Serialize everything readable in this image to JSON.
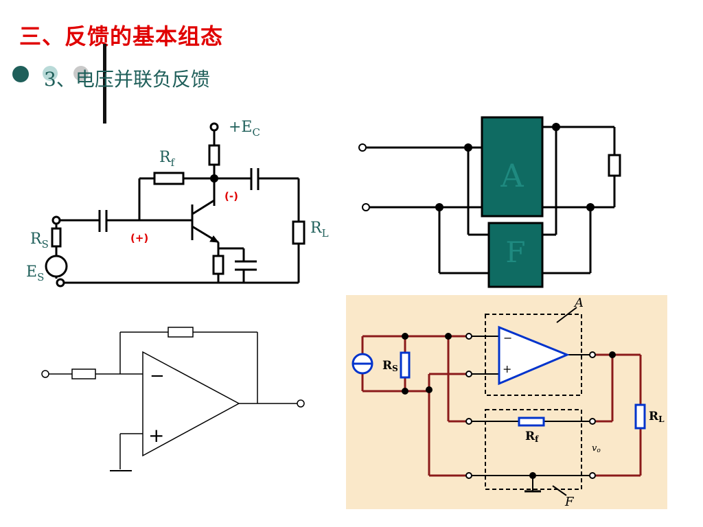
{
  "slide": {
    "title": "三、反馈的基本组态",
    "subtitle": "3、电压并联负反馈"
  },
  "circuit1": {
    "supply": "+E",
    "supply_sub": "C",
    "rf": "R",
    "rf_sub": "f",
    "rl": "R",
    "rl_sub": "L",
    "rs": "R",
    "rs_sub": "S",
    "es": "E",
    "es_sub": "S",
    "minus_mark": "(-)",
    "plus_mark": "(+)"
  },
  "block": {
    "a_label": "A",
    "f_label": "F",
    "color": "#0f6b62"
  },
  "opamp_circuit": {
    "minus": "−",
    "plus": "+"
  },
  "circuit2": {
    "a_label": "A",
    "f_label": "F",
    "rs": "R",
    "rs_sub": "S",
    "rf": "R",
    "rf_sub": "f",
    "rl": "R",
    "rl_sub": "L",
    "vo": "v",
    "vo_sub": "o",
    "minus": "−",
    "plus": "+",
    "panel_color": "#fae8c9",
    "wire_color": "#8b1a1a"
  },
  "colors": {
    "title_red": "#e00000",
    "text_teal": "#1f5f5a"
  }
}
